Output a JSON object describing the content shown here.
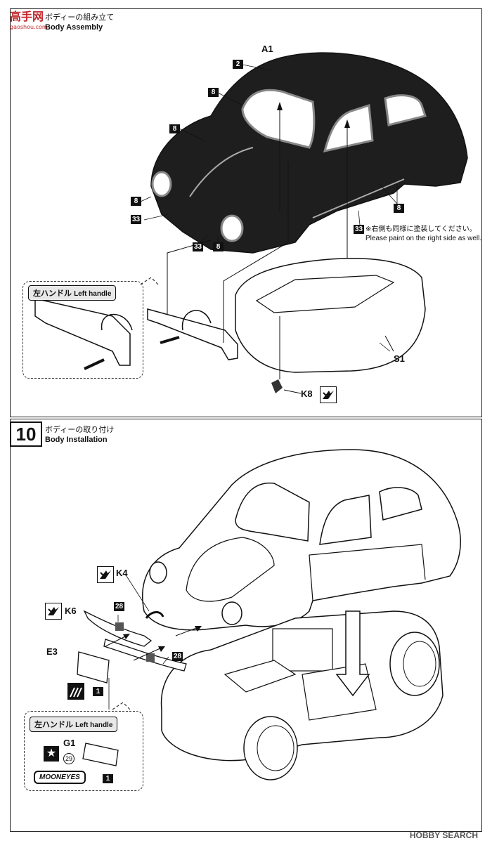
{
  "logo": {
    "text": "高手网",
    "sub": "gaoshou.com"
  },
  "step9": {
    "title_jp": "ボディーの組み立て",
    "title_en": "Body Assembly",
    "parts": {
      "A1": "A1",
      "S1": "S1",
      "K8": "K8"
    },
    "paint_codes": [
      "2",
      "8",
      "8",
      "8",
      "33",
      "33",
      "8",
      "8"
    ],
    "note_jp": "※右側も同様に塗装してください。",
    "note_en": "Please paint on the right side as well.",
    "left_handle_jp": "左ハンドル",
    "left_handle_en": "Left handle"
  },
  "step10": {
    "number": "10",
    "title_jp": "ボディーの取り付け",
    "title_en": "Body Installation",
    "parts": {
      "K4": "K4",
      "K6": "K6",
      "E3": "E3",
      "G1": "G1"
    },
    "paint_codes": [
      "28",
      "28",
      "1",
      "1"
    ],
    "circle_code": "29",
    "left_handle_jp": "左ハンドル",
    "left_handle_en": "Left handle",
    "mooneyes": "MOONEYES"
  },
  "watermark": "HOBBY SEARCH",
  "colors": {
    "ink": "#111111",
    "body_fill": "#1e1e1e",
    "logo": "#c0282d"
  }
}
